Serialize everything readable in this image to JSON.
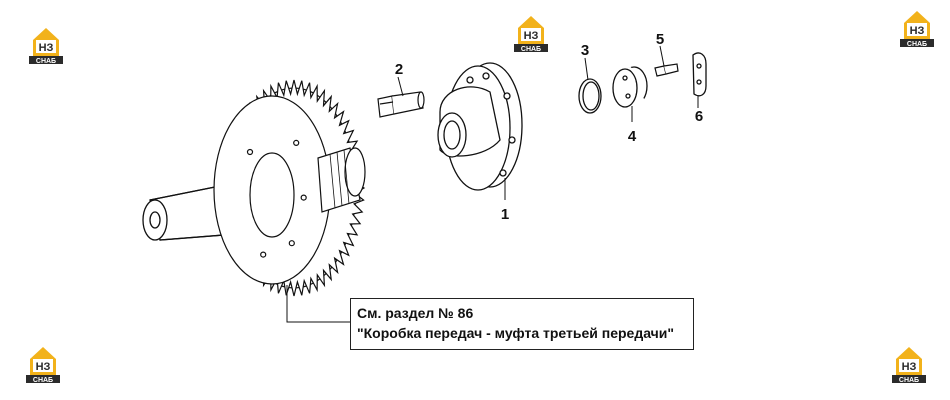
{
  "logo": {
    "letters": "НЗ",
    "caption": "СНАБ",
    "accent": "#f2b21b",
    "dark": "#2b2b2b"
  },
  "callouts": [
    "1",
    "2",
    "3",
    "4",
    "5",
    "6"
  ],
  "note": {
    "line1": "См. раздел № 86",
    "line2": "\"Коробка передач - муфта третьей передачи\""
  }
}
